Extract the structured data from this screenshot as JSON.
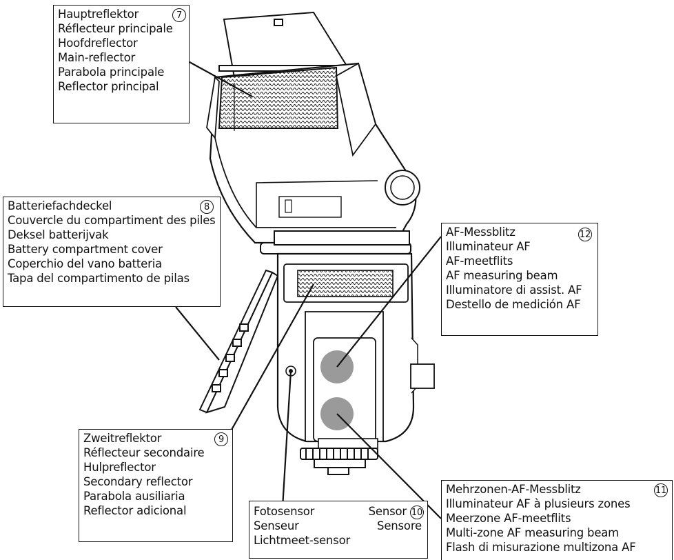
{
  "callouts": {
    "c7": {
      "number": "7",
      "lines": [
        "Hauptreflektor",
        "Réflecteur principale",
        "Hoofdreflector",
        "Main-reflector",
        "Parabola principale",
        "Reflector principal"
      ]
    },
    "c8": {
      "number": "8",
      "lines": [
        "Batteriefachdeckel",
        "Couvercle du compartiment des piles",
        "Deksel batterijvak",
        "Battery compartment cover",
        "Coperchio del vano batteria",
        "Tapa del compartimento de pilas"
      ]
    },
    "c12": {
      "number": "12",
      "lines": [
        "AF-Messblitz",
        "Illuminateur AF",
        "AF-meetflits",
        "AF measuring beam",
        "Illuminatore di assist. AF",
        "Destello de medición AF"
      ]
    },
    "c9": {
      "number": "9",
      "lines": [
        "Zweitreflektor",
        "Réflecteur secondaire",
        "Hulpreflector",
        "Secondary reflector",
        "Parabola ausiliaria",
        "Reflector adicional"
      ]
    },
    "c10": {
      "number": "10",
      "row1_left": "Fotosensor",
      "row1_right": "Sensor",
      "row2_left": "Senseur",
      "row2_right": "Sensore",
      "row3": "Lichtmeet-sensor"
    },
    "c11": {
      "number": "11",
      "lines": [
        "Mehrzonen-AF-Messblitz",
        "Illuminateur AF à plusieurs zones",
        "Meerzone AF-meetflits",
        "Multi-zone AF measuring beam",
        "Flash di misurazione multizona AF"
      ]
    }
  },
  "colors": {
    "ink": "#111111",
    "af_spot": "#9a9a9a"
  }
}
